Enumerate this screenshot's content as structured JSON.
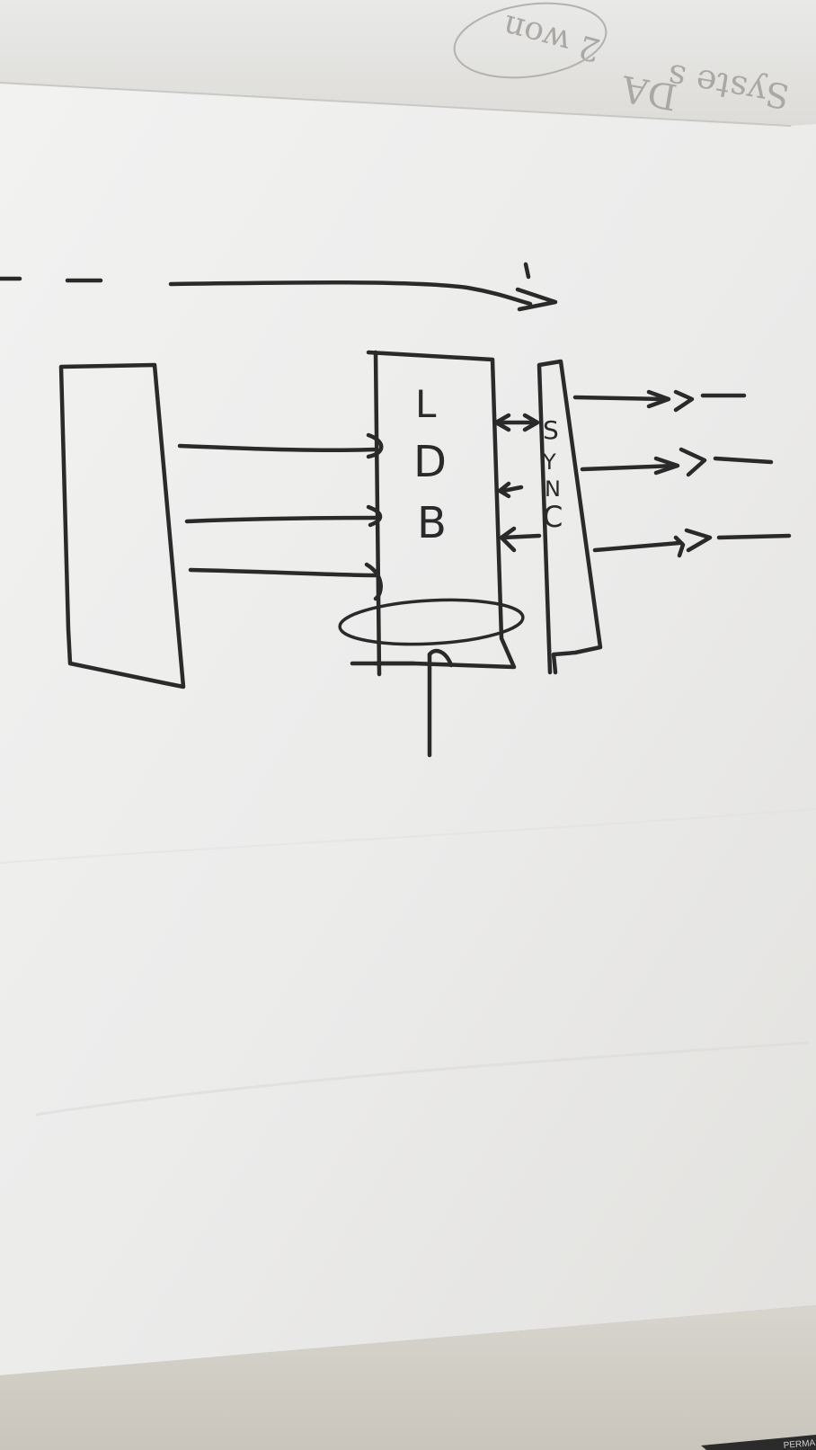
{
  "diagram": {
    "ldb_letters": [
      "L",
      "D",
      "B"
    ],
    "sync_letters": [
      "S",
      "Y",
      "N",
      "C"
    ],
    "show_through_letters": [
      "Syste s",
      "2 won",
      "DA"
    ],
    "marker_text": "PERMA",
    "colors": {
      "paper": "#eeeeec",
      "ink": "#2a2a2a",
      "show_through": "#a9a8a4"
    }
  }
}
